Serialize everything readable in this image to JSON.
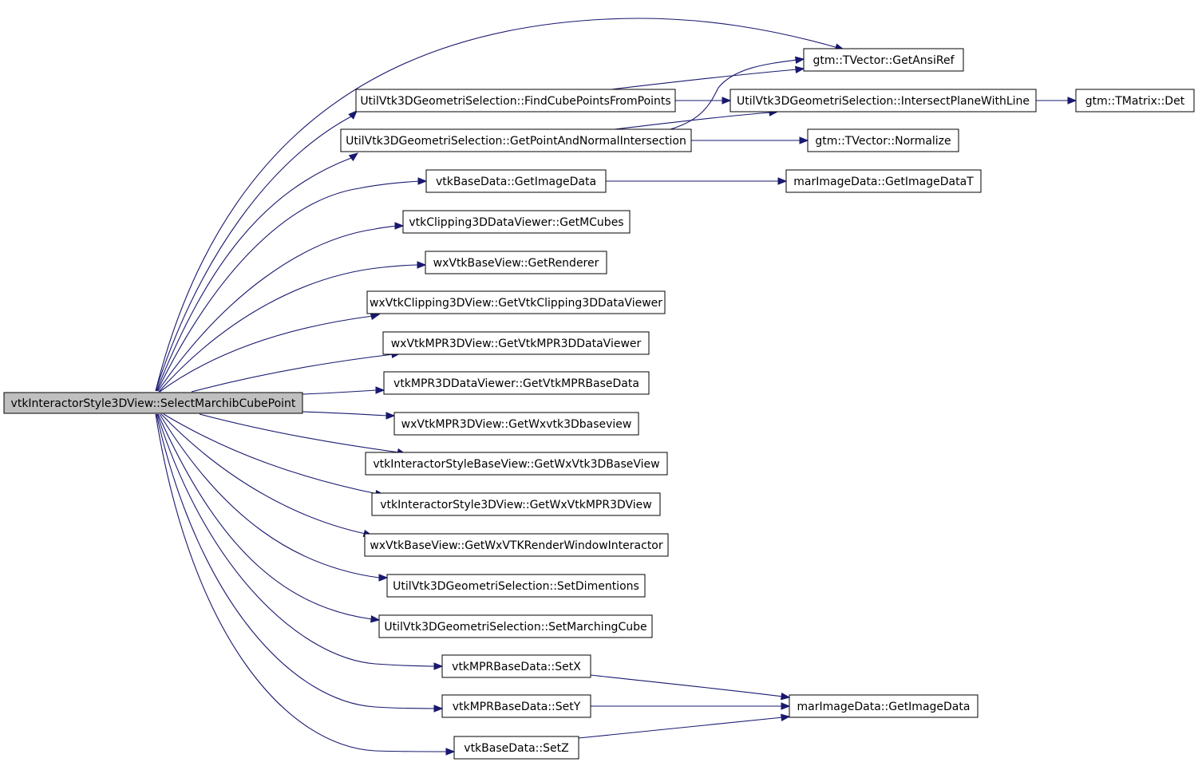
{
  "diagram": {
    "type": "call-graph",
    "edge_color": "#191970",
    "root_fill": "#bfbfbf",
    "nodes": [
      {
        "id": "root",
        "label": "vtkInteractorStyle3DView::SelectMarchibCubePoint",
        "root": true
      },
      {
        "id": "ansi",
        "label": "gtm::TVector::GetAnsiRef"
      },
      {
        "id": "fcp",
        "label": "UtilVtk3DGeometriSelection::FindCubePointsFromPoints"
      },
      {
        "id": "ipl",
        "label": "UtilVtk3DGeometriSelection::IntersectPlaneWithLine"
      },
      {
        "id": "det",
        "label": "gtm::TMatrix::Det"
      },
      {
        "id": "pani",
        "label": "UtilVtk3DGeometriSelection::GetPointAndNormalIntersection"
      },
      {
        "id": "norm",
        "label": "gtm::TVector::Normalize"
      },
      {
        "id": "bdgid",
        "label": "vtkBaseData::GetImageData"
      },
      {
        "id": "gidt",
        "label": "marImageData::GetImageDataT"
      },
      {
        "id": "mcubes",
        "label": "vtkClipping3DDataViewer::GetMCubes"
      },
      {
        "id": "rend",
        "label": "wxVtkBaseView::GetRenderer"
      },
      {
        "id": "clipv",
        "label": "wxVtkClipping3DView::GetVtkClipping3DDataViewer"
      },
      {
        "id": "mprv",
        "label": "wxVtkMPR3DView::GetVtkMPR3DDataViewer"
      },
      {
        "id": "mprbd",
        "label": "vtkMPR3DDataViewer::GetVtkMPRBaseData"
      },
      {
        "id": "wxbv",
        "label": "wxVtkMPR3DView::GetWxvtk3Dbaseview"
      },
      {
        "id": "isbv",
        "label": "vtkInteractorStyleBaseView::GetWxVtk3DBaseView"
      },
      {
        "id": "is3d",
        "label": "vtkInteractorStyle3DView::GetWxVtkMPR3DView"
      },
      {
        "id": "rwi",
        "label": "wxVtkBaseView::GetWxVTKRenderWindowInteractor"
      },
      {
        "id": "dims",
        "label": "UtilVtk3DGeometriSelection::SetDimentions"
      },
      {
        "id": "mcube",
        "label": "UtilVtk3DGeometriSelection::SetMarchingCube"
      },
      {
        "id": "setx",
        "label": "vtkMPRBaseData::SetX"
      },
      {
        "id": "sety",
        "label": "vtkMPRBaseData::SetY"
      },
      {
        "id": "setz",
        "label": "vtkBaseData::SetZ"
      },
      {
        "id": "mgid",
        "label": "marImageData::GetImageData"
      }
    ],
    "edges": [
      {
        "from": "root",
        "to": "ansi"
      },
      {
        "from": "root",
        "to": "fcp"
      },
      {
        "from": "root",
        "to": "pani"
      },
      {
        "from": "root",
        "to": "bdgid"
      },
      {
        "from": "root",
        "to": "mcubes"
      },
      {
        "from": "root",
        "to": "rend"
      },
      {
        "from": "root",
        "to": "clipv"
      },
      {
        "from": "root",
        "to": "mprv"
      },
      {
        "from": "root",
        "to": "mprbd"
      },
      {
        "from": "root",
        "to": "wxbv"
      },
      {
        "from": "root",
        "to": "isbv"
      },
      {
        "from": "root",
        "to": "is3d"
      },
      {
        "from": "root",
        "to": "rwi"
      },
      {
        "from": "root",
        "to": "dims"
      },
      {
        "from": "root",
        "to": "mcube"
      },
      {
        "from": "root",
        "to": "setx"
      },
      {
        "from": "root",
        "to": "sety"
      },
      {
        "from": "root",
        "to": "setz"
      },
      {
        "from": "fcp",
        "to": "ansi"
      },
      {
        "from": "fcp",
        "to": "ipl"
      },
      {
        "from": "pani",
        "to": "ipl"
      },
      {
        "from": "pani",
        "to": "ansi"
      },
      {
        "from": "pani",
        "to": "norm"
      },
      {
        "from": "ipl",
        "to": "det"
      },
      {
        "from": "bdgid",
        "to": "gidt"
      },
      {
        "from": "setx",
        "to": "mgid"
      },
      {
        "from": "sety",
        "to": "mgid"
      },
      {
        "from": "setz",
        "to": "mgid"
      }
    ]
  }
}
